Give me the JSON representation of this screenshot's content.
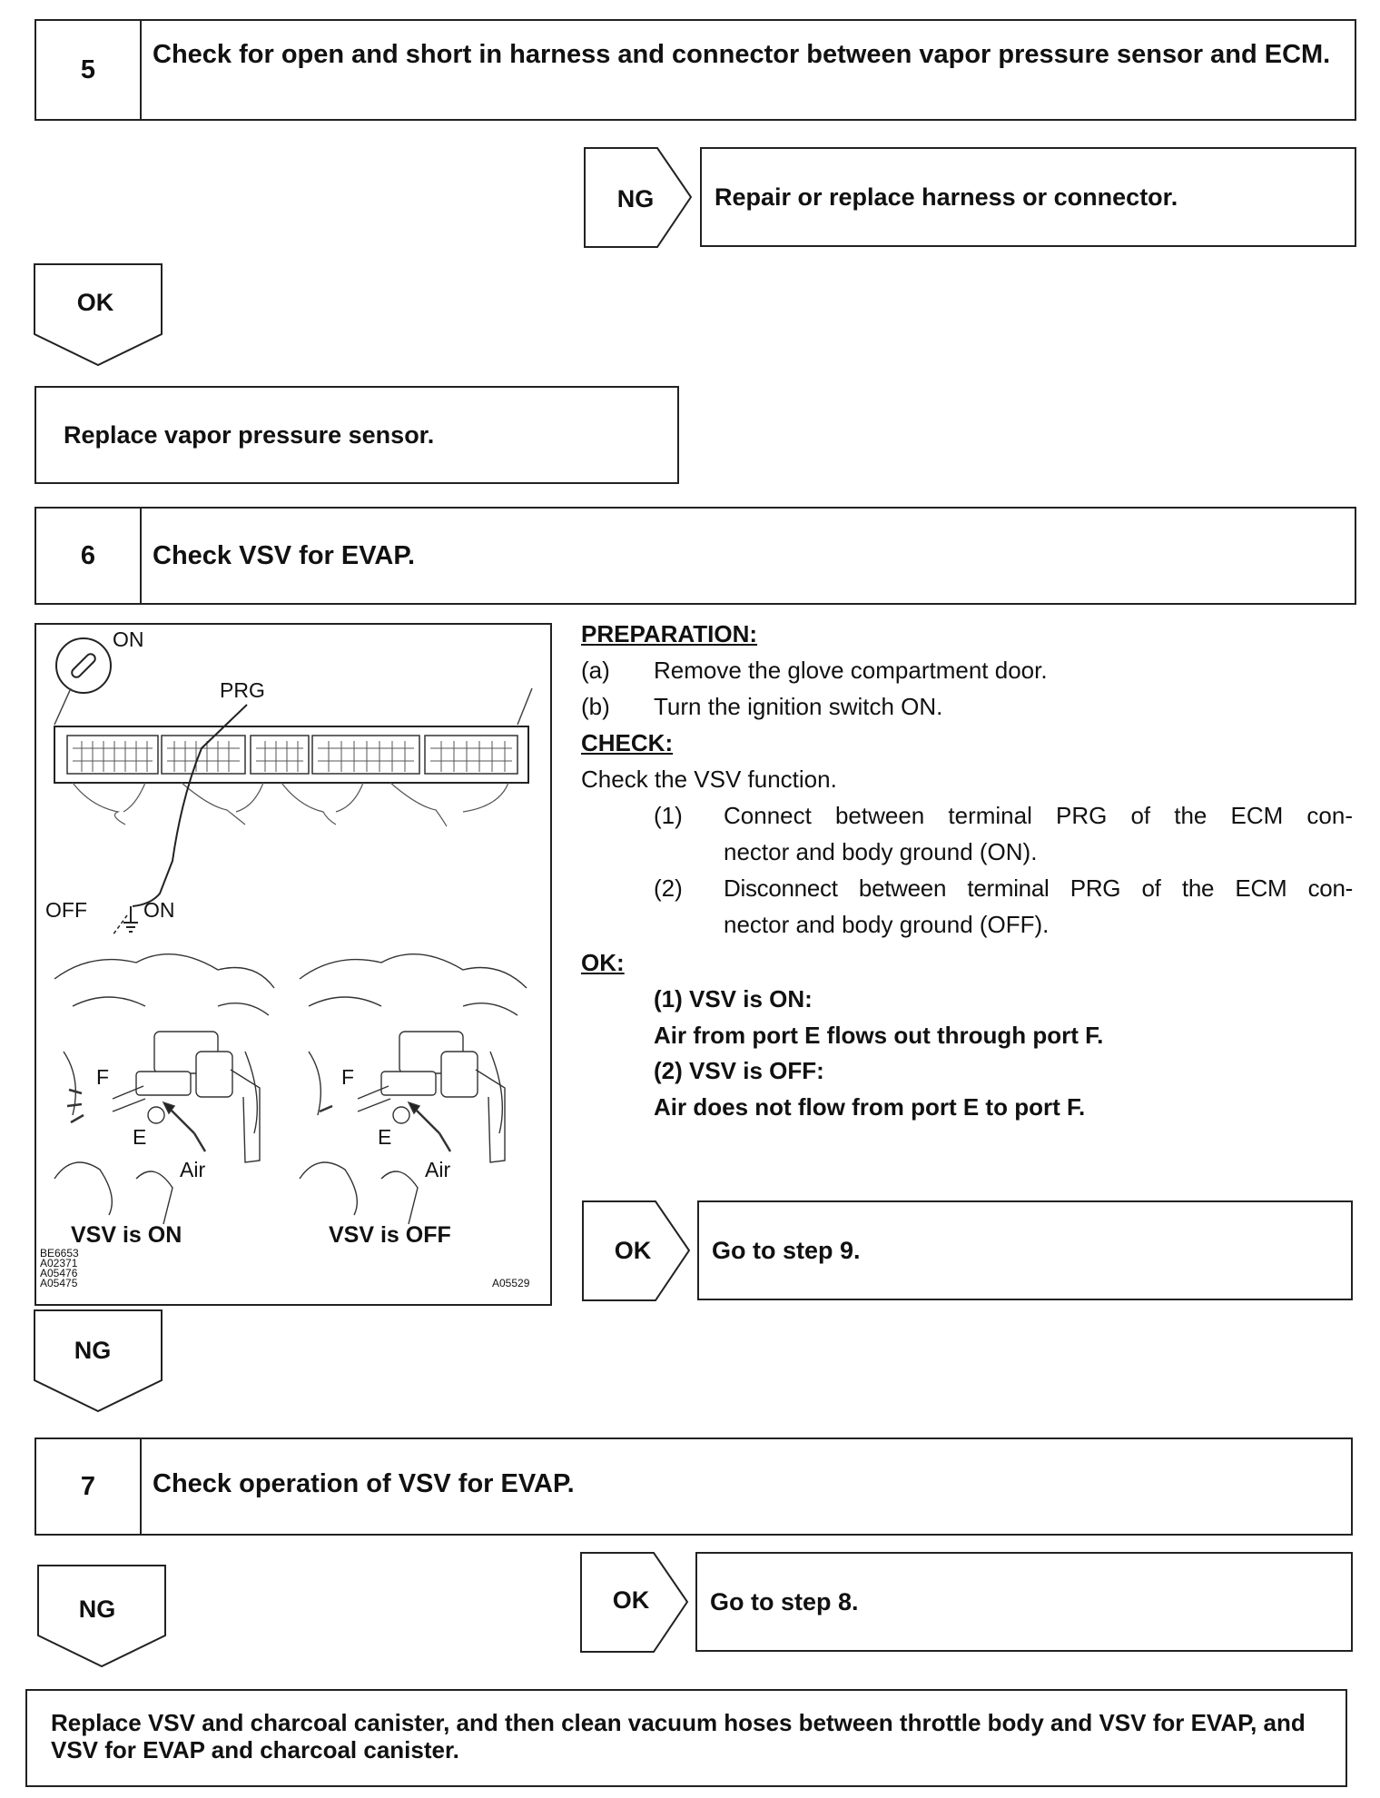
{
  "step5": {
    "number": "5",
    "title": "Check for open and short in harness and connector between vapor pressure sensor and ECM.",
    "ng_label": "NG",
    "ng_action": "Repair or replace harness or connector.",
    "ok_label": "OK",
    "ok_action": "Replace vapor pressure sensor."
  },
  "step6": {
    "number": "6",
    "title": "Check VSV for EVAP.",
    "preparation_heading": "PREPARATION:",
    "prep_a_marker": "(a)",
    "prep_a": "Remove the glove compartment door.",
    "prep_b_marker": "(b)",
    "prep_b": "Turn the ignition switch ON.",
    "check_heading": "CHECK:",
    "check_intro": "Check the VSV function.",
    "check_1_marker": "(1)",
    "check_1_line1": "Connect between terminal PRG of the ECM con-",
    "check_1_line2": "nector and body ground (ON).",
    "check_2_marker": "(2)",
    "check_2_line1": "Disconnect between terminal PRG of the ECM con-",
    "check_2_line2": "nector and body ground (OFF).",
    "ok_heading": "OK:",
    "ok_1_title": "(1) VSV is ON:",
    "ok_1_text": "Air from port E flows out through port F.",
    "ok_2_title": "(2) VSV is OFF:",
    "ok_2_text": "Air does not flow from port E to port F.",
    "ok_label": "OK",
    "ok_action": "Go to step 9.",
    "ng_label": "NG",
    "figure": {
      "ignition_on": "ON",
      "terminal": "PRG",
      "switch_off": "OFF",
      "switch_on": "ON",
      "port_f": "F",
      "port_e": "E",
      "air": "Air",
      "caption_on": "VSV is ON",
      "caption_off": "VSV is OFF",
      "ref_codes": [
        "BE6653",
        "A02371",
        "A05476",
        "A05475"
      ],
      "fig_id": "A05529"
    }
  },
  "step7": {
    "number": "7",
    "title": "Check operation of VSV for EVAP.",
    "ok_label": "OK",
    "ok_action": "Go to step 8.",
    "ng_label": "NG",
    "final_action": "Replace VSV and charcoal canister, and then clean vacuum hoses between throttle body and VSV for EVAP, and VSV for EVAP and charcoal canister."
  }
}
